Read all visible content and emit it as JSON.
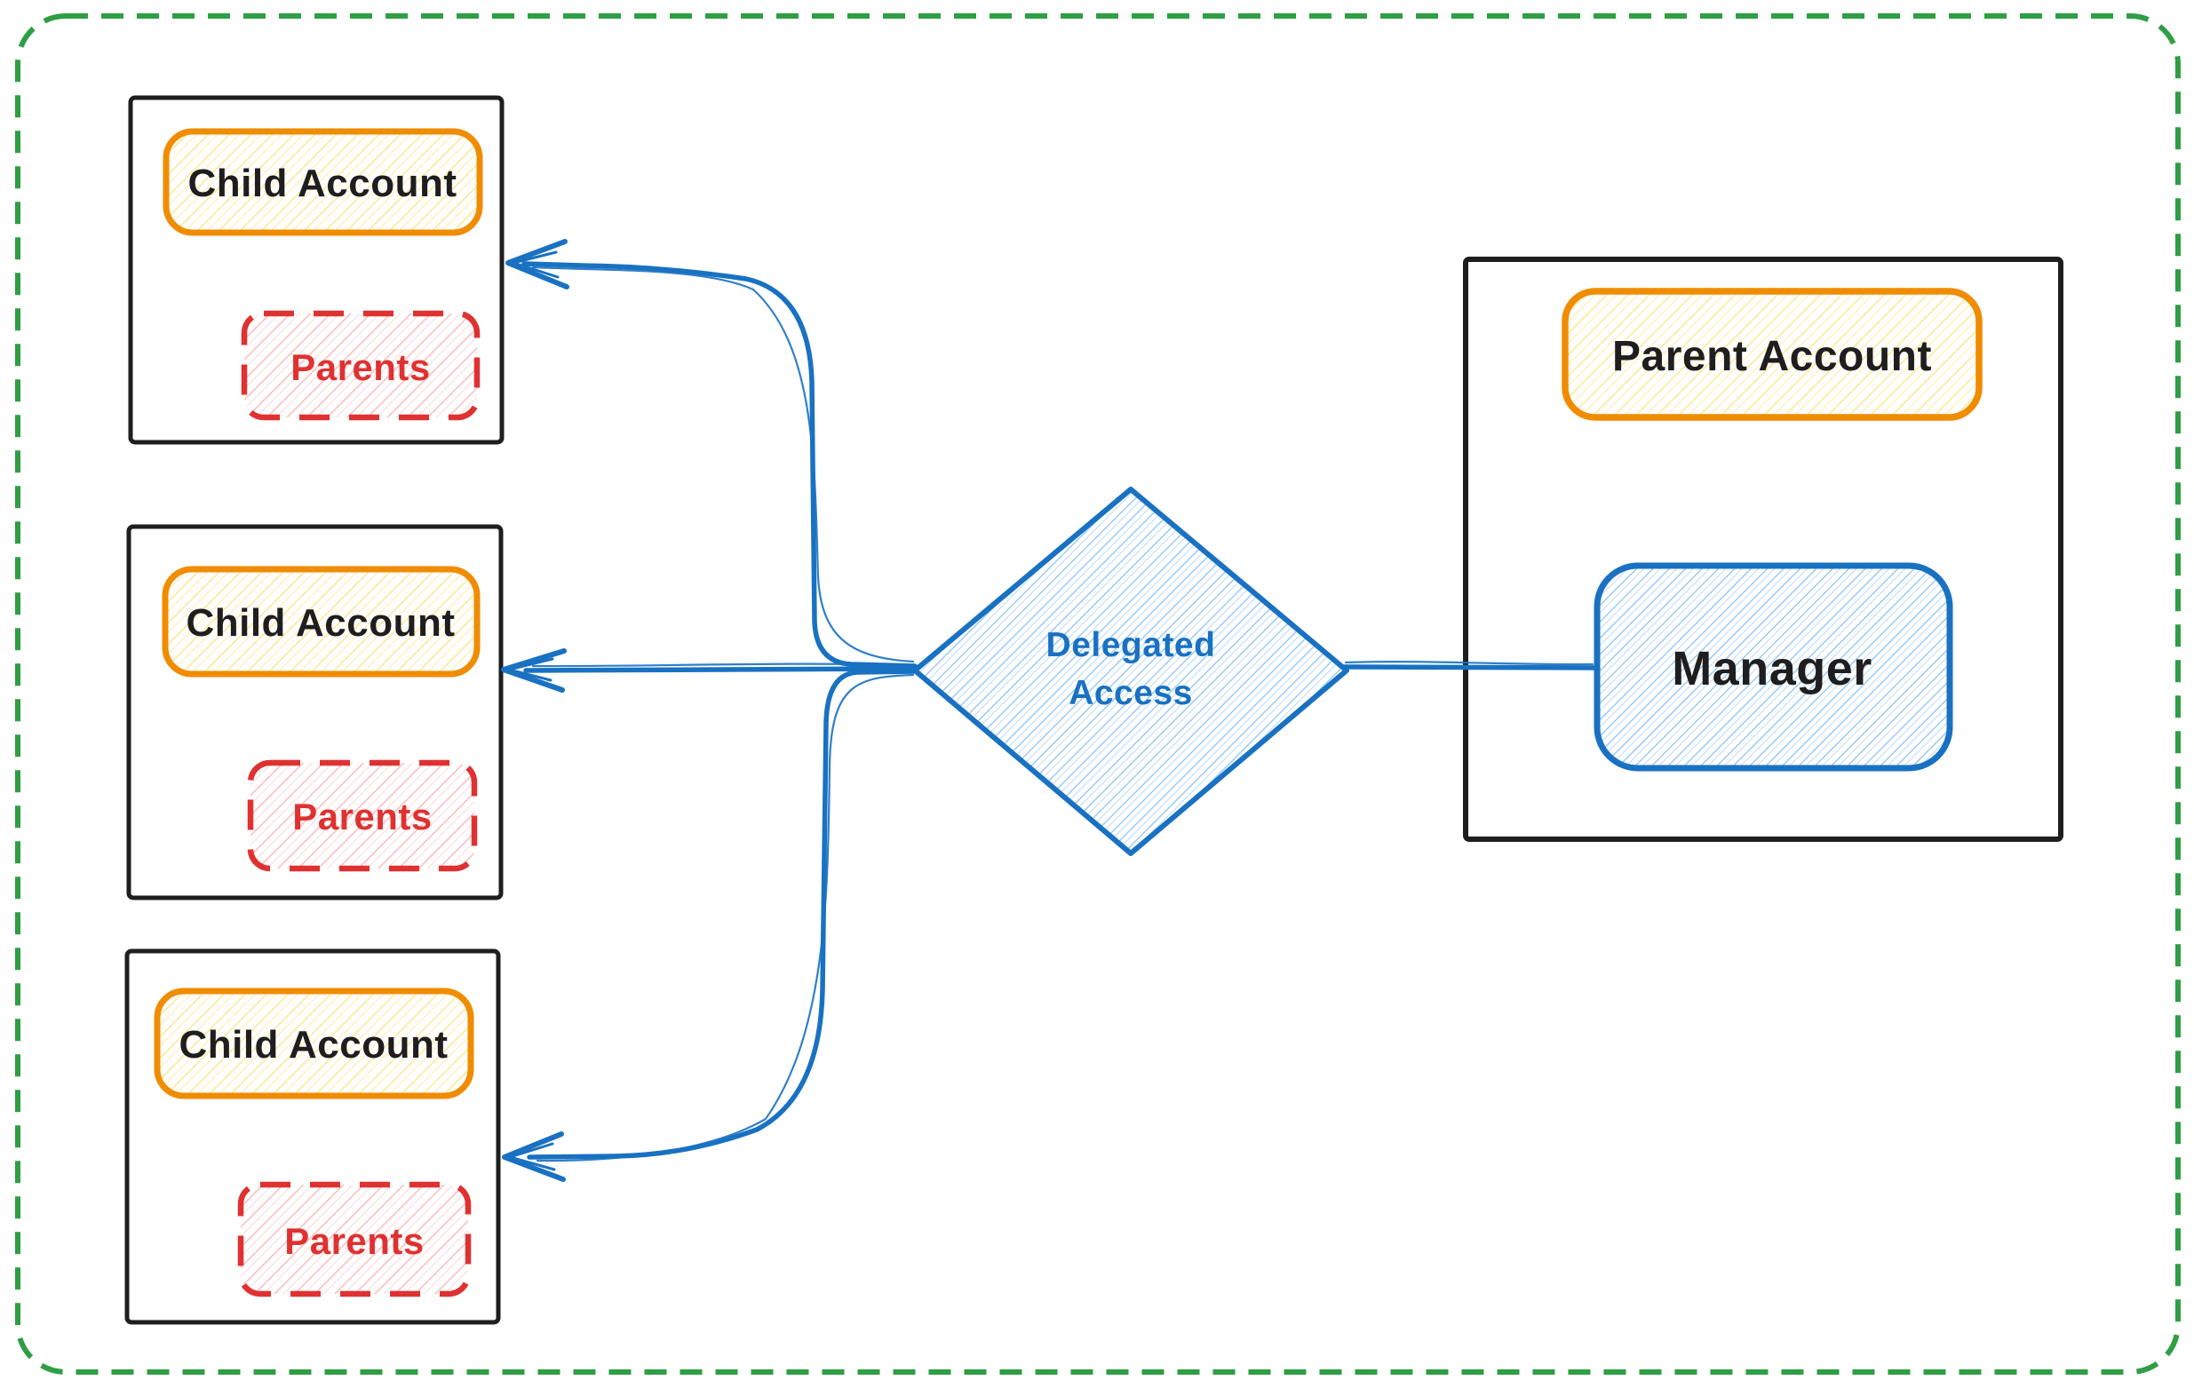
{
  "diagram": {
    "child_accounts": [
      {
        "title": "Child Account",
        "subgroup": "Parents"
      },
      {
        "title": "Child Account",
        "subgroup": "Parents"
      },
      {
        "title": "Child Account",
        "subgroup": "Parents"
      }
    ],
    "parent_account": {
      "title": "Parent Account",
      "member": "Manager"
    },
    "decision": {
      "label_line1": "Delegated",
      "label_line2": "Access"
    },
    "connections": [
      {
        "from": "Manager",
        "to": "Delegated Access",
        "style": "line"
      },
      {
        "from": "Delegated Access",
        "to": "Child Account (top)",
        "style": "arrow"
      },
      {
        "from": "Delegated Access",
        "to": "Child Account (middle)",
        "style": "arrow"
      },
      {
        "from": "Delegated Access",
        "to": "Child Account (bottom)",
        "style": "arrow"
      }
    ],
    "colors": {
      "ink": "#1e1e1e",
      "blue": "#1971c2",
      "blue_light": "#79b9f2",
      "orange": "#f08c00",
      "yellow_light": "#ffd43b",
      "red": "#e03131",
      "red_light": "#ffa8a8",
      "green": "#2f9e44",
      "background": "#ffffff"
    }
  }
}
